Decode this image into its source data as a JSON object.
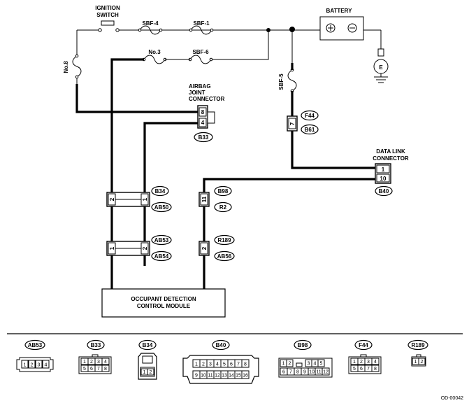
{
  "labels": {
    "ignition_switch": [
      "IGNITION",
      "SWITCH"
    ],
    "battery": "BATTERY",
    "fuse_sbf4": "SBF-4",
    "fuse_sbf1": "SBF-1",
    "fuse_no3": "No.3",
    "fuse_sbf6": "SBF-6",
    "fuse_no8": "No.8",
    "fuse_sbf5": "SBF-5",
    "airbag_joint_connector": [
      "AIRBAG",
      "JOINT",
      "CONNECTOR"
    ],
    "data_link_connector": [
      "DATA LINK",
      "CONNECTOR"
    ],
    "module": [
      "OCCUPANT DETECTION",
      "CONTROL MODULE"
    ],
    "ground": "E",
    "figure_code": "OD-00042"
  },
  "connector_tags": {
    "b33": "B33",
    "f44": "F44",
    "b61": "B61",
    "b40": "B40",
    "b34": "B34",
    "ab50": "AB50",
    "b98": "B98",
    "r2": "R2",
    "ab53": "AB53",
    "ab54": "AB54",
    "r189": "R189",
    "ab56": "AB56"
  },
  "pins": {
    "airbag_top": "8",
    "airbag_bottom": "4",
    "f44_pin": "7",
    "dlc_top": "1",
    "dlc_bottom": "10",
    "b34_left": "2",
    "b34_right": "1",
    "b98_pin": "11",
    "ab53_left": "1",
    "ab53_right": "2",
    "r189_pin": "2"
  },
  "legend": {
    "ab53": {
      "name": "AB53",
      "pins": [
        "1",
        "2",
        "3",
        "4"
      ]
    },
    "b33": {
      "name": "B33",
      "row1": [
        "1",
        "2",
        "3",
        "4"
      ],
      "row2": [
        "5",
        "6",
        "7",
        "8"
      ]
    },
    "b34": {
      "name": "B34",
      "pins": [
        "1",
        "2"
      ]
    },
    "b40": {
      "name": "B40",
      "row1": [
        "1",
        "2",
        "3",
        "4",
        "5",
        "6",
        "7",
        "8"
      ],
      "row2": [
        "9",
        "10",
        "11",
        "12",
        "13",
        "14",
        "15",
        "16"
      ]
    },
    "b98": {
      "name": "B98",
      "row1": [
        "1",
        "2",
        "3",
        "4",
        "5"
      ],
      "row2": [
        "6",
        "7",
        "8",
        "9",
        "10",
        "11",
        "12"
      ]
    },
    "f44": {
      "name": "F44",
      "row1": [
        "1",
        "2",
        "3",
        "4"
      ],
      "row2": [
        "5",
        "6",
        "7",
        "8"
      ]
    },
    "r189": {
      "name": "R189",
      "pins": [
        "1",
        "2"
      ]
    }
  }
}
